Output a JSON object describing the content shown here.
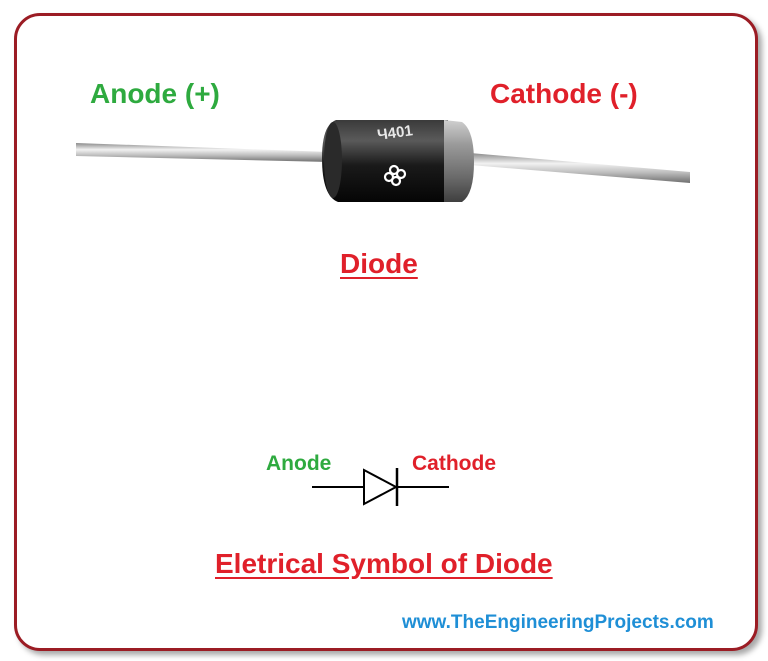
{
  "labels": {
    "anode_polarity": "Anode (+)",
    "cathode_polarity": "Cathode (-)",
    "diode_title": "Diode",
    "anode": "Anode",
    "cathode": "Cathode",
    "symbol_title": "Eletrical Symbol of Diode"
  },
  "website": "www.TheEngineeringProjects.com",
  "colors": {
    "anode_green": "#2eaa3f",
    "cathode_red": "#e0202a",
    "frame_border": "#9b1c24",
    "website_blue": "#1f8fd6"
  }
}
